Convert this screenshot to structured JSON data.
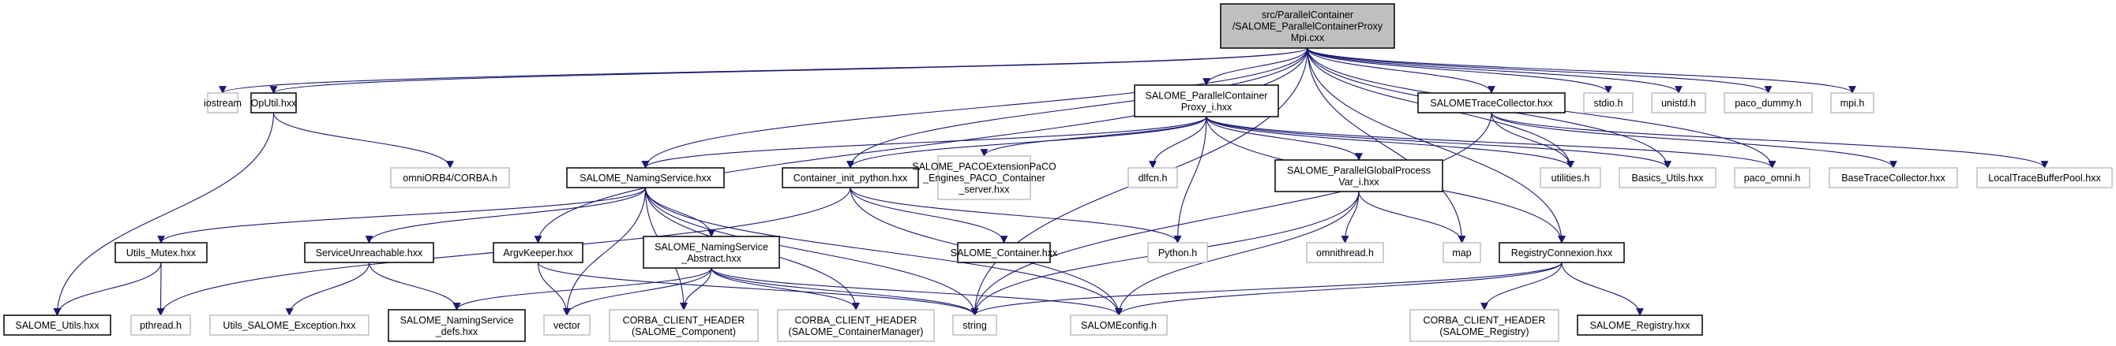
{
  "colors": {
    "edge": "#191970",
    "root_fill": "#bfbfbf",
    "documented_border": "#000000",
    "undocumented_border": "#bfbfbf"
  },
  "nodes": {
    "main": {
      "lines": [
        "src/ParallelContainer",
        "/SALOME_ParallelContainerProxy",
        "Mpi.cxx"
      ],
      "kind": "root"
    },
    "iostream": {
      "lines": [
        "iostream"
      ],
      "kind": "external"
    },
    "oputil": {
      "lines": [
        "OpUtil.hxx"
      ],
      "kind": "documented"
    },
    "corba": {
      "lines": [
        "omniORB4/CORBA.h"
      ],
      "kind": "external"
    },
    "ns": {
      "lines": [
        "SALOME_NamingService.hxx"
      ],
      "kind": "documented"
    },
    "cip": {
      "lines": [
        "Container_init_python.hxx"
      ],
      "kind": "documented"
    },
    "paco": {
      "lines": [
        "SALOME_PACOExtensionPaCO",
        "_Engines_PACO_Container",
        "_server.hxx"
      ],
      "kind": "external"
    },
    "proxyi": {
      "lines": [
        "SALOME_ParallelContainer",
        "Proxy_i.hxx"
      ],
      "kind": "documented"
    },
    "dlfcn": {
      "lines": [
        "dlfcn.h"
      ],
      "kind": "external"
    },
    "gpv": {
      "lines": [
        "SALOME_ParallelGlobalProcess",
        "Var_i.hxx"
      ],
      "kind": "documented"
    },
    "utilities": {
      "lines": [
        "utilities.h"
      ],
      "kind": "external"
    },
    "basics": {
      "lines": [
        "Basics_Utils.hxx"
      ],
      "kind": "external"
    },
    "pacoomni": {
      "lines": [
        "paco_omni.h"
      ],
      "kind": "external"
    },
    "btc": {
      "lines": [
        "BaseTraceCollector.hxx"
      ],
      "kind": "external"
    },
    "ltbp": {
      "lines": [
        "LocalTraceBufferPool.hxx"
      ],
      "kind": "external"
    },
    "stc": {
      "lines": [
        "SALOMETraceCollector.hxx"
      ],
      "kind": "documented"
    },
    "stdio": {
      "lines": [
        "stdio.h"
      ],
      "kind": "external"
    },
    "unistd": {
      "lines": [
        "unistd.h"
      ],
      "kind": "external"
    },
    "pacodummy": {
      "lines": [
        "paco_dummy.h"
      ],
      "kind": "external"
    },
    "mpi": {
      "lines": [
        "mpi.h"
      ],
      "kind": "external"
    },
    "mutex": {
      "lines": [
        "Utils_Mutex.hxx"
      ],
      "kind": "documented"
    },
    "su": {
      "lines": [
        "ServiceUnreachable.hxx"
      ],
      "kind": "documented"
    },
    "argv": {
      "lines": [
        "ArgvKeeper.hxx"
      ],
      "kind": "documented"
    },
    "nsa": {
      "lines": [
        "SALOME_NamingService",
        "_Abstract.hxx"
      ],
      "kind": "documented"
    },
    "container": {
      "lines": [
        "SALOME_Container.hxx"
      ],
      "kind": "documented"
    },
    "python": {
      "lines": [
        "Python.h"
      ],
      "kind": "external"
    },
    "omnithread": {
      "lines": [
        "omnithread.h"
      ],
      "kind": "external"
    },
    "map": {
      "lines": [
        "map"
      ],
      "kind": "external"
    },
    "regconn": {
      "lines": [
        "RegistryConnexion.hxx"
      ],
      "kind": "documented"
    },
    "utils": {
      "lines": [
        "SALOME_Utils.hxx"
      ],
      "kind": "documented"
    },
    "pthread": {
      "lines": [
        "pthread.h"
      ],
      "kind": "external"
    },
    "use": {
      "lines": [
        "Utils_SALOME_Exception.hxx"
      ],
      "kind": "external"
    },
    "nsdefs": {
      "lines": [
        "SALOME_NamingService",
        "_defs.hxx"
      ],
      "kind": "documented"
    },
    "vector": {
      "lines": [
        "vector"
      ],
      "kind": "external"
    },
    "cch_comp": {
      "lines": [
        "CORBA_CLIENT_HEADER",
        "(SALOME_Component)"
      ],
      "kind": "external"
    },
    "cch_cm": {
      "lines": [
        "CORBA_CLIENT_HEADER",
        "(SALOME_ContainerManager)"
      ],
      "kind": "external"
    },
    "string": {
      "lines": [
        "string"
      ],
      "kind": "external"
    },
    "config": {
      "lines": [
        "SALOMEconfig.h"
      ],
      "kind": "external"
    },
    "cch_reg": {
      "lines": [
        "CORBA_CLIENT_HEADER",
        "(SALOME_Registry)"
      ],
      "kind": "external"
    },
    "registry": {
      "lines": [
        "SALOME_Registry.hxx"
      ],
      "kind": "documented"
    }
  },
  "edges": [
    [
      "main",
      "iostream"
    ],
    [
      "main",
      "oputil"
    ],
    [
      "main",
      "ns"
    ],
    [
      "main",
      "argv"
    ],
    [
      "main",
      "cip"
    ],
    [
      "main",
      "string"
    ],
    [
      "main",
      "proxyi"
    ],
    [
      "main",
      "stc"
    ],
    [
      "main",
      "stdio"
    ],
    [
      "main",
      "unistd"
    ],
    [
      "main",
      "pacodummy"
    ],
    [
      "main",
      "mpi"
    ],
    [
      "main",
      "utilities"
    ],
    [
      "main",
      "basics"
    ],
    [
      "main",
      "pacoomni"
    ],
    [
      "main",
      "map"
    ],
    [
      "main",
      "regconn"
    ],
    [
      "oputil",
      "corba"
    ],
    [
      "oputil",
      "utils"
    ],
    [
      "proxyi",
      "ns"
    ],
    [
      "proxyi",
      "cip"
    ],
    [
      "proxyi",
      "paco"
    ],
    [
      "proxyi",
      "dlfcn"
    ],
    [
      "proxyi",
      "python"
    ],
    [
      "proxyi",
      "gpv"
    ],
    [
      "proxyi",
      "utilities"
    ],
    [
      "proxyi",
      "basics"
    ],
    [
      "proxyi",
      "pacoomni"
    ],
    [
      "proxyi",
      "regconn"
    ],
    [
      "stc",
      "string"
    ],
    [
      "stc",
      "btc"
    ],
    [
      "stc",
      "ltbp"
    ],
    [
      "stc",
      "utilities"
    ],
    [
      "ns",
      "mutex"
    ],
    [
      "ns",
      "su"
    ],
    [
      "ns",
      "nsa"
    ],
    [
      "ns",
      "cch_comp"
    ],
    [
      "ns",
      "cch_cm"
    ],
    [
      "ns",
      "string"
    ],
    [
      "ns",
      "vector"
    ],
    [
      "ns",
      "config"
    ],
    [
      "cip",
      "pthread"
    ],
    [
      "cip",
      "container"
    ],
    [
      "cip",
      "python"
    ],
    [
      "cip",
      "config"
    ],
    [
      "mutex",
      "utils"
    ],
    [
      "mutex",
      "pthread"
    ],
    [
      "su",
      "use"
    ],
    [
      "su",
      "nsdefs"
    ],
    [
      "argv",
      "vector"
    ],
    [
      "argv",
      "string"
    ],
    [
      "nsa",
      "nsdefs"
    ],
    [
      "nsa",
      "vector"
    ],
    [
      "nsa",
      "cch_comp"
    ],
    [
      "nsa",
      "cch_cm"
    ],
    [
      "nsa",
      "string"
    ],
    [
      "nsa",
      "config"
    ],
    [
      "gpv",
      "omnithread"
    ],
    [
      "gpv",
      "map"
    ],
    [
      "gpv",
      "string"
    ],
    [
      "gpv",
      "config"
    ],
    [
      "regconn",
      "cch_reg"
    ],
    [
      "regconn",
      "registry"
    ],
    [
      "regconn",
      "string"
    ],
    [
      "regconn",
      "config"
    ]
  ]
}
